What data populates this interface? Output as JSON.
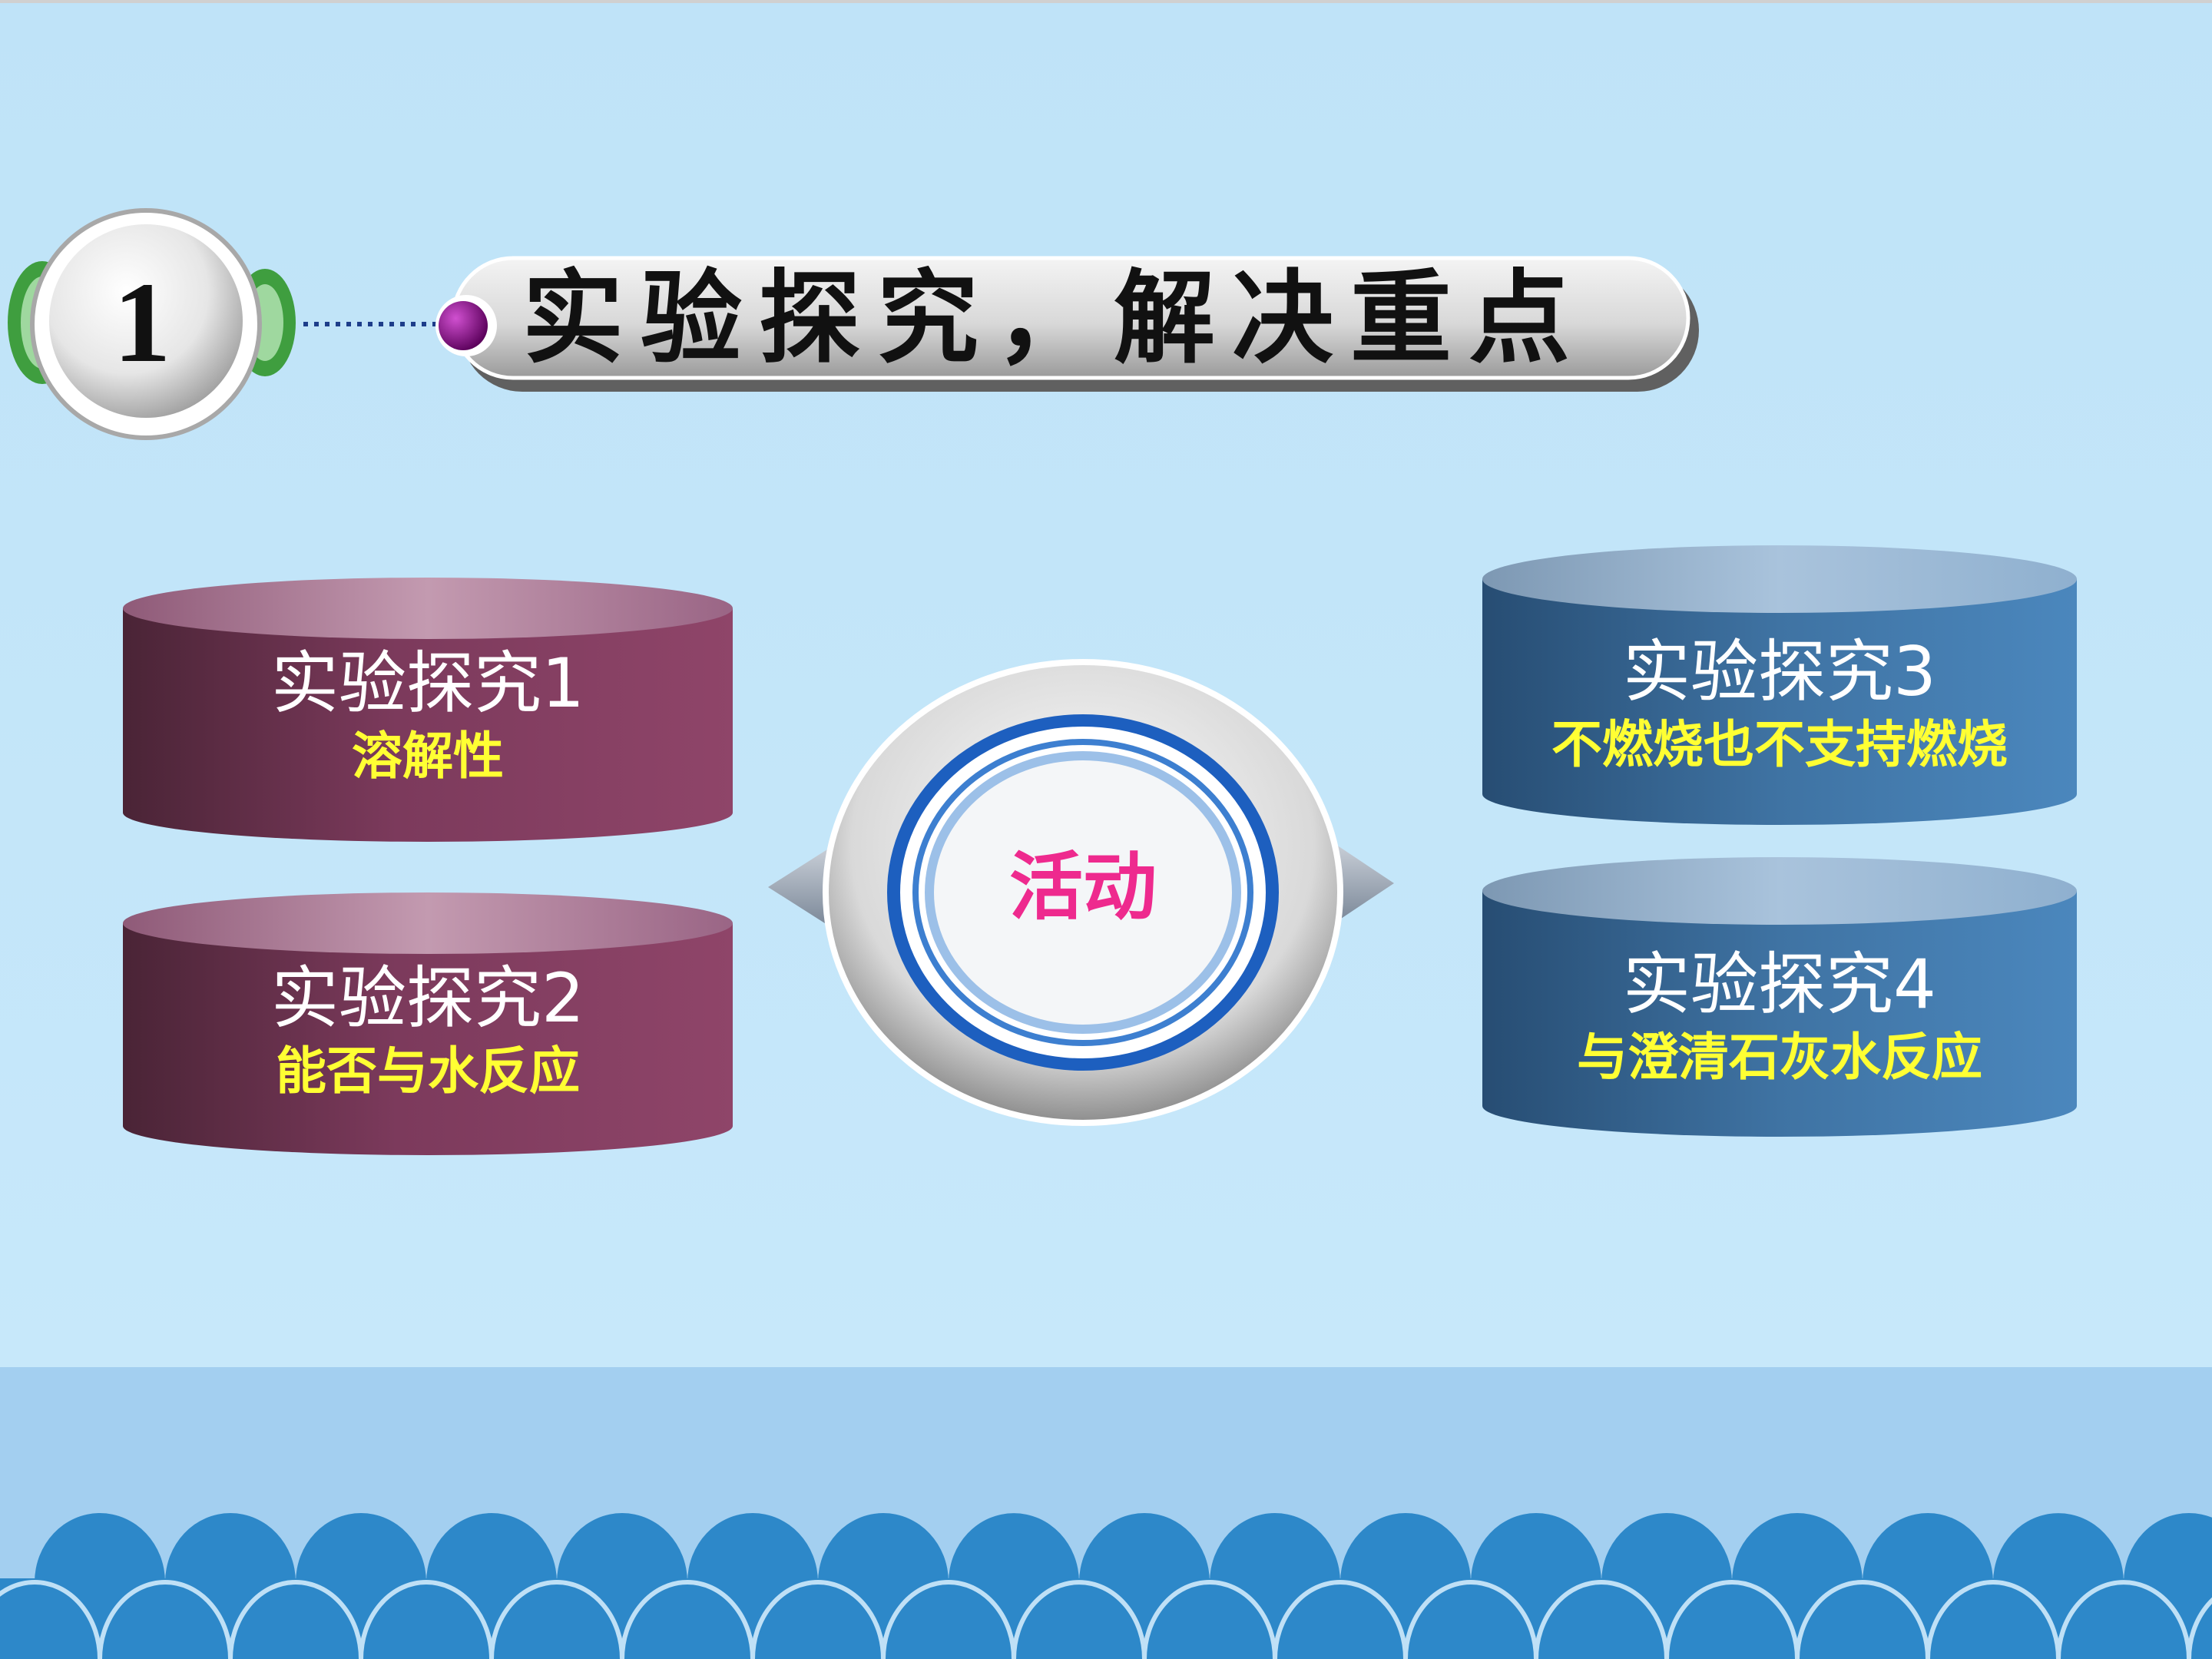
{
  "slide": {
    "section_number": "1",
    "title": "实验探究，解决重点",
    "hub_label": "活动"
  },
  "experiments": [
    {
      "title": "实验探究1",
      "subtitle": "溶解性",
      "color": "#7a3558"
    },
    {
      "title": "实验探究2",
      "subtitle": "能否与水反应",
      "color": "#7a3558"
    },
    {
      "title": "实验探究3",
      "subtitle": "不燃烧也不支持燃烧",
      "color": "#3e6f9c"
    },
    {
      "title": "实验探究4",
      "subtitle": "与澄清石灰水反应",
      "color": "#3e6f9c"
    }
  ],
  "colors": {
    "background": "#c6e6f8",
    "wave": "#2d88c9",
    "subtitle_text": "#ffff33",
    "hub_text": "#ee2a8e",
    "bullet": "#8a0a8a"
  }
}
